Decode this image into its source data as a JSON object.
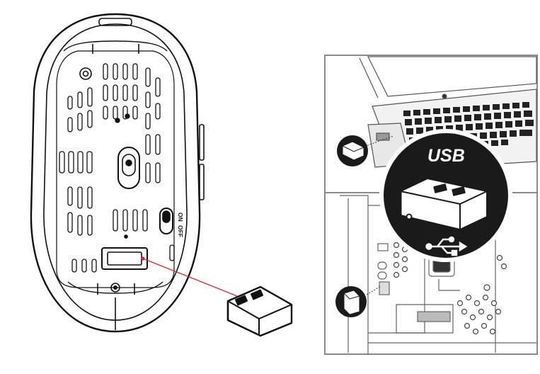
{
  "mouse": {
    "switch_on": "ON",
    "switch_off": "OFF"
  },
  "callout": {
    "usb_label": "USB"
  },
  "colors": {
    "line": "#111111",
    "connector": "#e0232e",
    "panel_border": "#8a8a8a",
    "badge_fill": "#1a1a1a",
    "background": "#ffffff"
  },
  "icons": [
    "usb-receiver-icon",
    "usb-symbol-icon",
    "laptop-illustration",
    "desktop-tower-illustration"
  ]
}
